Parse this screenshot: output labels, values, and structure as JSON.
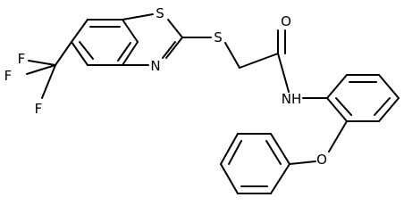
{
  "molecule": {
    "atoms": {
      "s_ring": "S",
      "n_ring": "N",
      "s_link": "S",
      "o_carbonyl": "O",
      "nh_amide": "NH",
      "o_ether": "O",
      "f_top": "F",
      "f_left": "F",
      "f_bottom": "F"
    }
  }
}
